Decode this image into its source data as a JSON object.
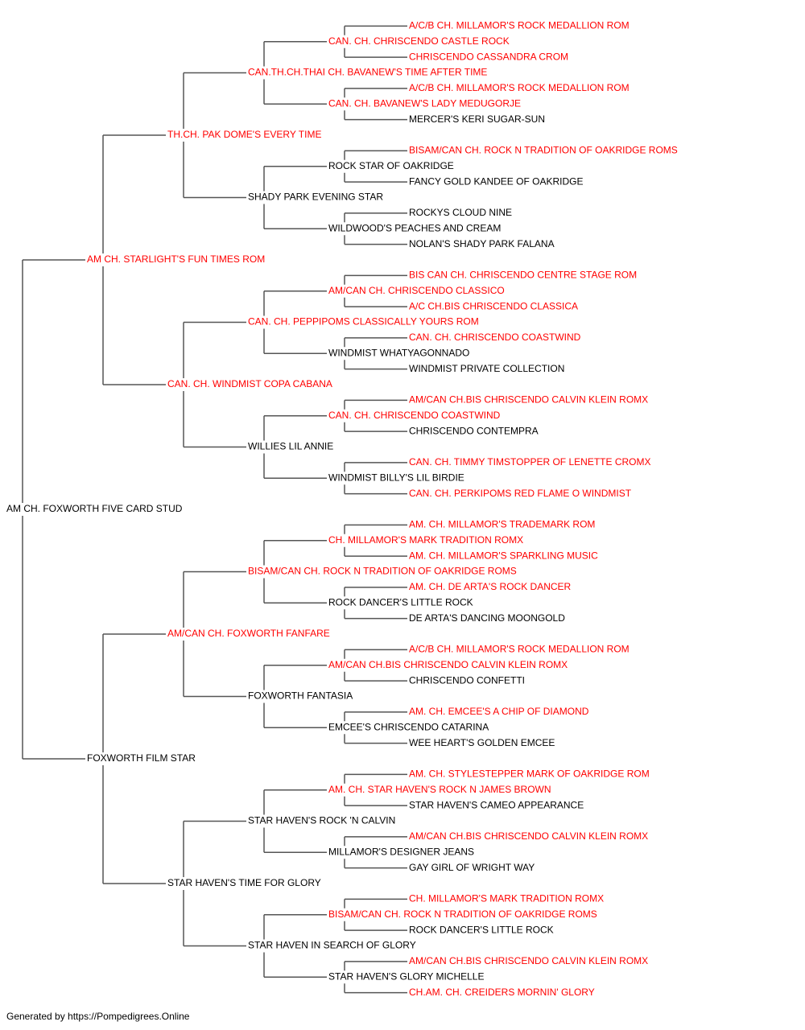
{
  "colors": {
    "champion": "#ff0000",
    "normal": "#000000",
    "connector": "#555555"
  },
  "pedigree": {
    "name": "AM CH. FOXWORTH FIVE CARD STUD",
    "champion": false,
    "sire": {
      "name": "AM CH. STARLIGHT'S FUN TIMES ROM",
      "champion": true,
      "sire": {
        "name": "TH.CH. PAK DOME'S EVERY TIME",
        "champion": true,
        "sire": {
          "name": "CAN.TH.CH.THAI CH. BAVANEW'S TIME AFTER TIME",
          "champion": true,
          "sire": {
            "name": "CAN. CH. CHRISCENDO CASTLE ROCK",
            "champion": true,
            "sire": {
              "name": "A/C/B CH. MILLAMOR'S ROCK MEDALLION ROM",
              "champion": true
            },
            "dam": {
              "name": "CHRISCENDO CASSANDRA CROM",
              "champion": true
            }
          },
          "dam": {
            "name": "CAN. CH. BAVANEW'S LADY MEDUGORJE",
            "champion": true,
            "sire": {
              "name": "A/C/B CH. MILLAMOR'S ROCK MEDALLION ROM",
              "champion": true
            },
            "dam": {
              "name": "MERCER'S KERI SUGAR-SUN",
              "champion": false
            }
          }
        },
        "dam": {
          "name": "SHADY PARK EVENING STAR",
          "champion": false,
          "sire": {
            "name": "ROCK STAR OF OAKRIDGE",
            "champion": false,
            "sire": {
              "name": "BISAM/CAN CH. ROCK N TRADITION OF OAKRIDGE ROMS",
              "champion": true
            },
            "dam": {
              "name": "FANCY GOLD KANDEE OF OAKRIDGE",
              "champion": false
            }
          },
          "dam": {
            "name": "WILDWOOD'S PEACHES AND CREAM",
            "champion": false,
            "sire": {
              "name": "ROCKYS CLOUD NINE",
              "champion": false
            },
            "dam": {
              "name": "NOLAN'S SHADY PARK FALANA",
              "champion": false
            }
          }
        }
      },
      "dam": {
        "name": "CAN. CH. WINDMIST COPA CABANA",
        "champion": true,
        "sire": {
          "name": "CAN. CH. PEPPIPOMS CLASSICALLY YOURS ROM",
          "champion": true,
          "sire": {
            "name": "AM/CAN CH. CHRISCENDO CLASSICO",
            "champion": true,
            "sire": {
              "name": "BIS CAN CH. CHRISCENDO CENTRE STAGE ROM",
              "champion": true
            },
            "dam": {
              "name": "A/C CH.BIS CHRISCENDO CLASSICA",
              "champion": true
            }
          },
          "dam": {
            "name": "WINDMIST WHATYAGONNADO",
            "champion": false,
            "sire": {
              "name": "CAN. CH. CHRISCENDO COASTWIND",
              "champion": true
            },
            "dam": {
              "name": "WINDMIST PRIVATE COLLECTION",
              "champion": false
            }
          }
        },
        "dam": {
          "name": "WILLIES LIL ANNIE",
          "champion": false,
          "sire": {
            "name": "CAN. CH. CHRISCENDO COASTWIND",
            "champion": true,
            "sire": {
              "name": "AM/CAN CH.BIS CHRISCENDO CALVIN KLEIN ROMX",
              "champion": true
            },
            "dam": {
              "name": "CHRISCENDO CONTEMPRA",
              "champion": false
            }
          },
          "dam": {
            "name": "WINDMIST BILLY'S LIL BIRDIE",
            "champion": false,
            "sire": {
              "name": "CAN. CH. TIMMY TIMSTOPPER OF LENETTE CROMX",
              "champion": true
            },
            "dam": {
              "name": "CAN. CH. PERKIPOMS RED FLAME O WINDMIST",
              "champion": true
            }
          }
        }
      }
    },
    "dam": {
      "name": "FOXWORTH FILM STAR",
      "champion": false,
      "sire": {
        "name": "AM/CAN CH. FOXWORTH FANFARE",
        "champion": true,
        "sire": {
          "name": "BISAM/CAN CH. ROCK N TRADITION OF OAKRIDGE ROMS",
          "champion": true,
          "sire": {
            "name": "CH. MILLAMOR'S MARK TRADITION ROMX",
            "champion": true,
            "sire": {
              "name": "AM. CH. MILLAMOR'S TRADEMARK ROM",
              "champion": true
            },
            "dam": {
              "name": "AM. CH. MILLAMOR'S SPARKLING MUSIC",
              "champion": true
            }
          },
          "dam": {
            "name": "ROCK DANCER'S LITTLE ROCK",
            "champion": false,
            "sire": {
              "name": "AM. CH. DE ARTA'S ROCK DANCER",
              "champion": true
            },
            "dam": {
              "name": "DE ARTA'S DANCING MOONGOLD",
              "champion": false
            }
          }
        },
        "dam": {
          "name": "FOXWORTH FANTASIA",
          "champion": false,
          "sire": {
            "name": "AM/CAN CH.BIS CHRISCENDO CALVIN KLEIN ROMX",
            "champion": true,
            "sire": {
              "name": "A/C/B CH. MILLAMOR'S ROCK MEDALLION ROM",
              "champion": true
            },
            "dam": {
              "name": "CHRISCENDO CONFETTI",
              "champion": false
            }
          },
          "dam": {
            "name": "EMCEE'S CHRISCENDO CATARINA",
            "champion": false,
            "sire": {
              "name": "AM. CH. EMCEE'S A CHIP OF DIAMOND",
              "champion": true
            },
            "dam": {
              "name": "WEE HEART'S GOLDEN EMCEE",
              "champion": false
            }
          }
        }
      },
      "dam": {
        "name": "STAR HAVEN'S TIME FOR GLORY",
        "champion": false,
        "sire": {
          "name": "STAR HAVEN'S ROCK 'N CALVIN",
          "champion": false,
          "sire": {
            "name": "AM. CH. STAR HAVEN'S ROCK N JAMES BROWN",
            "champion": true,
            "sire": {
              "name": "AM. CH. STYLESTEPPER MARK OF OAKRIDGE ROM",
              "champion": true
            },
            "dam": {
              "name": "STAR HAVEN'S CAMEO APPEARANCE",
              "champion": false
            }
          },
          "dam": {
            "name": "MILLAMOR'S DESIGNER JEANS",
            "champion": false,
            "sire": {
              "name": "AM/CAN CH.BIS CHRISCENDO CALVIN KLEIN ROMX",
              "champion": true
            },
            "dam": {
              "name": "GAY GIRL OF WRIGHT WAY",
              "champion": false
            }
          }
        },
        "dam": {
          "name": "STAR HAVEN IN SEARCH OF GLORY",
          "champion": false,
          "sire": {
            "name": "BISAM/CAN CH. ROCK N TRADITION OF OAKRIDGE ROMS",
            "champion": true,
            "sire": {
              "name": "CH. MILLAMOR'S MARK TRADITION ROMX",
              "champion": true
            },
            "dam": {
              "name": "ROCK DANCER'S LITTLE ROCK",
              "champion": false
            }
          },
          "dam": {
            "name": "STAR HAVEN'S GLORY MICHELLE",
            "champion": false,
            "sire": {
              "name": "AM/CAN CH.BIS CHRISCENDO CALVIN KLEIN ROMX",
              "champion": true
            },
            "dam": {
              "name": "CH.AM. CH. CREIDERS MORNIN' GLORY",
              "champion": true
            }
          }
        }
      }
    }
  },
  "footer": "Generated by https://Pompedigrees.Online"
}
